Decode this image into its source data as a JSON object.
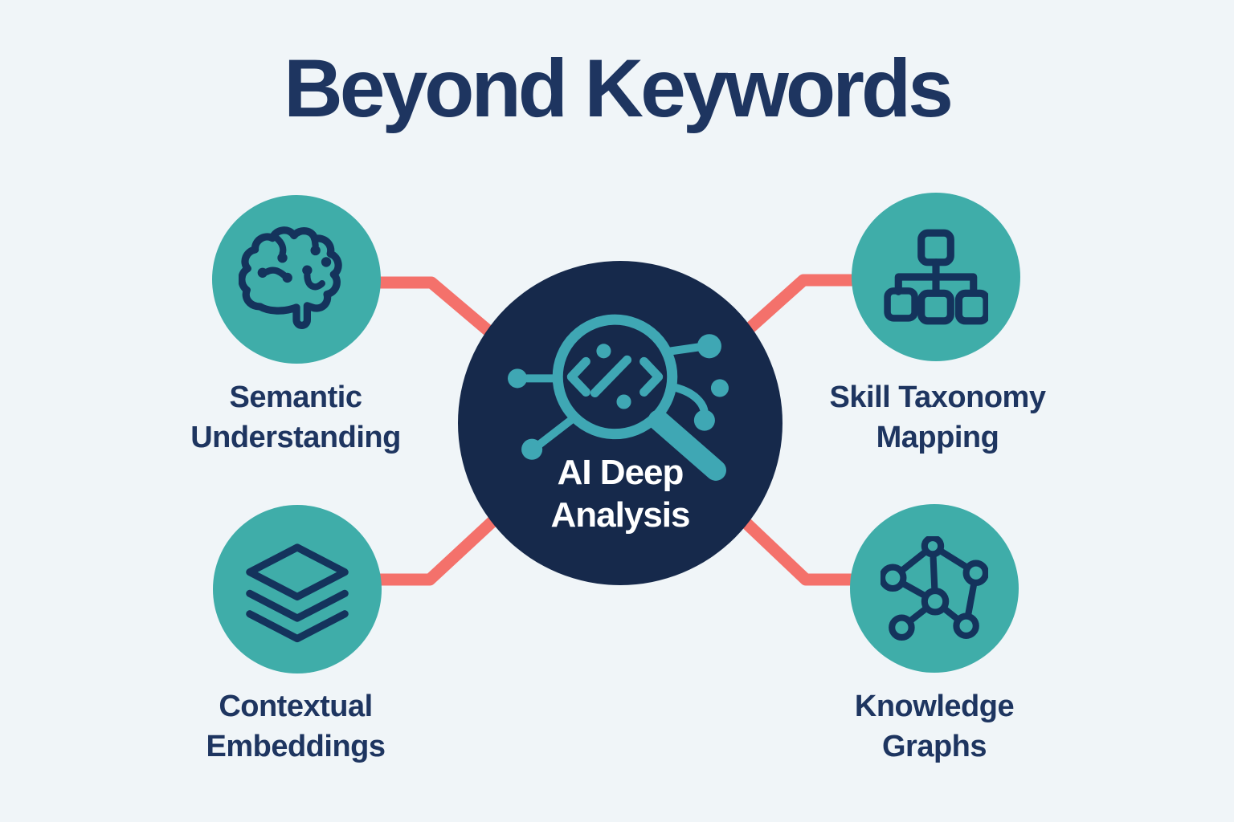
{
  "title": "Beyond Keywords",
  "hub": {
    "id": "ai-deep-analysis",
    "label_line1": "AI Deep",
    "label_line2": "Analysis",
    "icon": "code-magnifier-network-icon"
  },
  "nodes": [
    {
      "id": "semantic-understanding",
      "position": "top-left",
      "icon": "brain-icon",
      "label_line1": "Semantic",
      "label_line2": "Understanding"
    },
    {
      "id": "skill-taxonomy-mapping",
      "position": "top-right",
      "icon": "org-chart-icon",
      "label_line1": "Skill Taxonomy",
      "label_line2": "Mapping"
    },
    {
      "id": "contextual-embeddings",
      "position": "bottom-left",
      "icon": "layers-icon",
      "label_line1": "Contextual",
      "label_line2": "Embeddings"
    },
    {
      "id": "knowledge-graphs",
      "position": "bottom-right",
      "icon": "network-graph-icon",
      "label_line1": "Knowledge",
      "label_line2": "Graphs"
    }
  ],
  "connections": [
    {
      "from": "ai-deep-analysis",
      "to": "semantic-understanding"
    },
    {
      "from": "ai-deep-analysis",
      "to": "skill-taxonomy-mapping"
    },
    {
      "from": "ai-deep-analysis",
      "to": "contextual-embeddings"
    },
    {
      "from": "ai-deep-analysis",
      "to": "knowledge-graphs"
    }
  ],
  "colors": {
    "background": "#f0f5f8",
    "hub_fill": "#16294b",
    "hub_icon": "#3fa7b4",
    "hub_text": "#ffffff",
    "node_fill": "#3fada9",
    "icon_stroke": "#14335c",
    "connector": "#f4716b",
    "title_text": "#1e3560",
    "label_text": "#1e3560"
  }
}
